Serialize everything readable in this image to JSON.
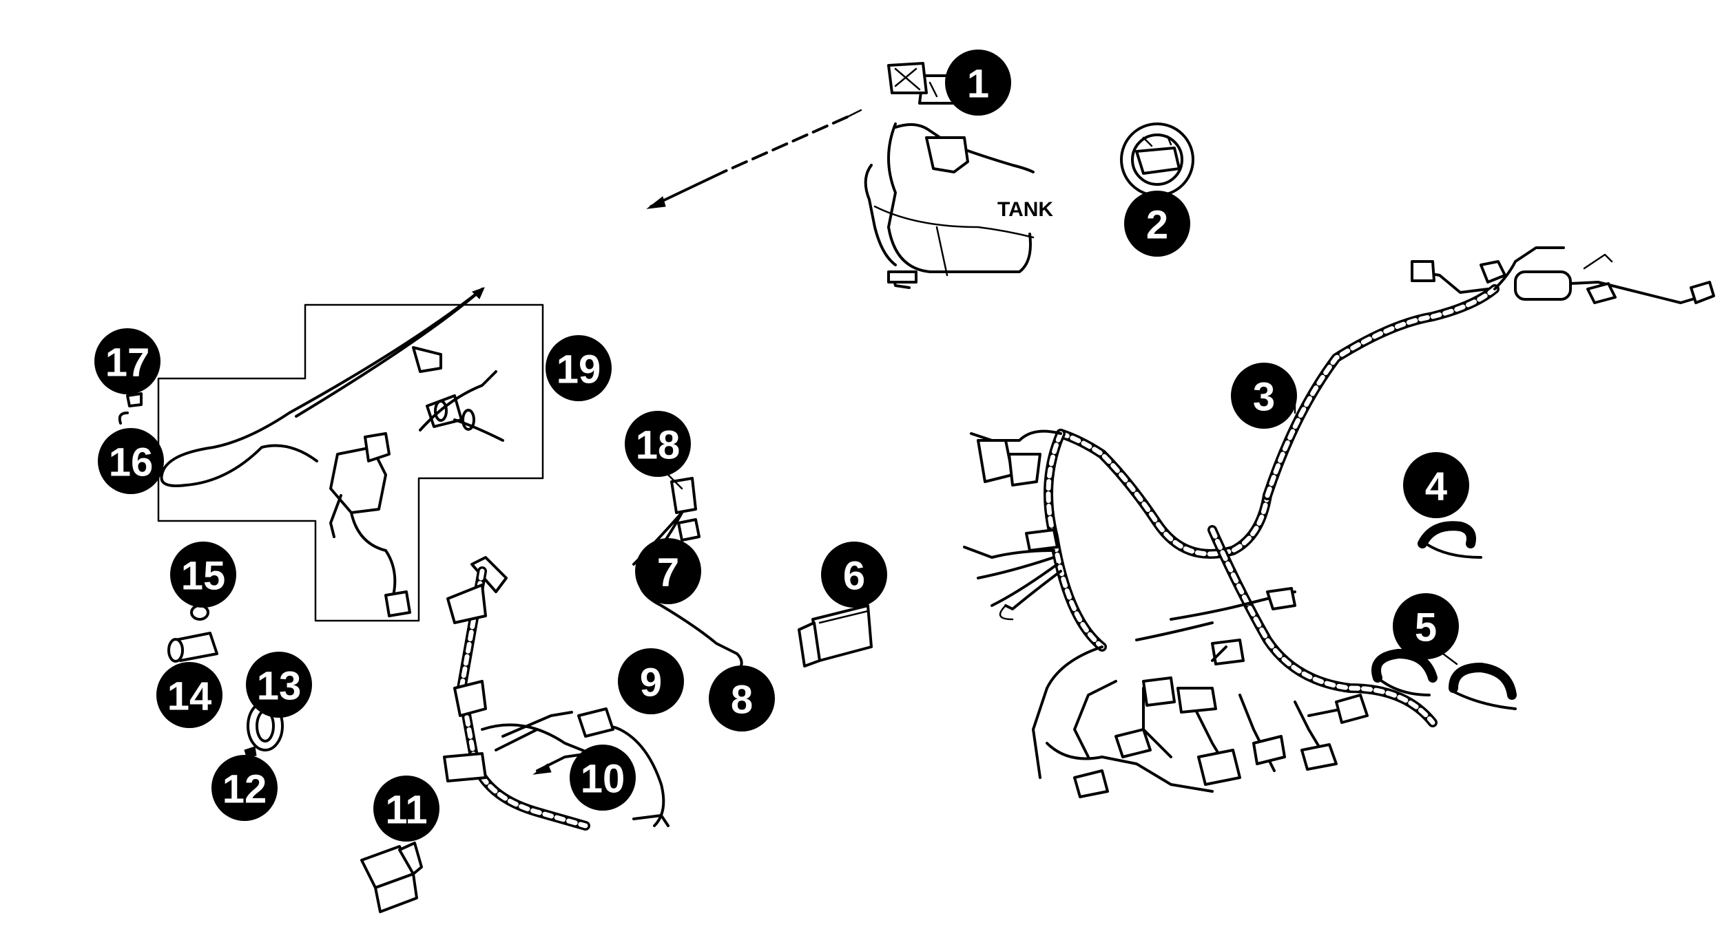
{
  "labels": {
    "tank": "TANK"
  },
  "callouts": [
    {
      "id": "1",
      "text": "1"
    },
    {
      "id": "2",
      "text": "2"
    },
    {
      "id": "3",
      "text": "3"
    },
    {
      "id": "4",
      "text": "4"
    },
    {
      "id": "5",
      "text": "5"
    },
    {
      "id": "6",
      "text": "6"
    },
    {
      "id": "7",
      "text": "7"
    },
    {
      "id": "8",
      "text": "8"
    },
    {
      "id": "9",
      "text": "9"
    },
    {
      "id": "10",
      "text": "10"
    },
    {
      "id": "11",
      "text": "11"
    },
    {
      "id": "12",
      "text": "12"
    },
    {
      "id": "13",
      "text": "13"
    },
    {
      "id": "14",
      "text": "14"
    },
    {
      "id": "15",
      "text": "15"
    },
    {
      "id": "16",
      "text": "16"
    },
    {
      "id": "17",
      "text": "17"
    },
    {
      "id": "18",
      "text": "18"
    },
    {
      "id": "19",
      "text": "19"
    }
  ],
  "colors": {
    "ink": "#000000",
    "background": "#ffffff",
    "badge_text": "#ffffff"
  }
}
